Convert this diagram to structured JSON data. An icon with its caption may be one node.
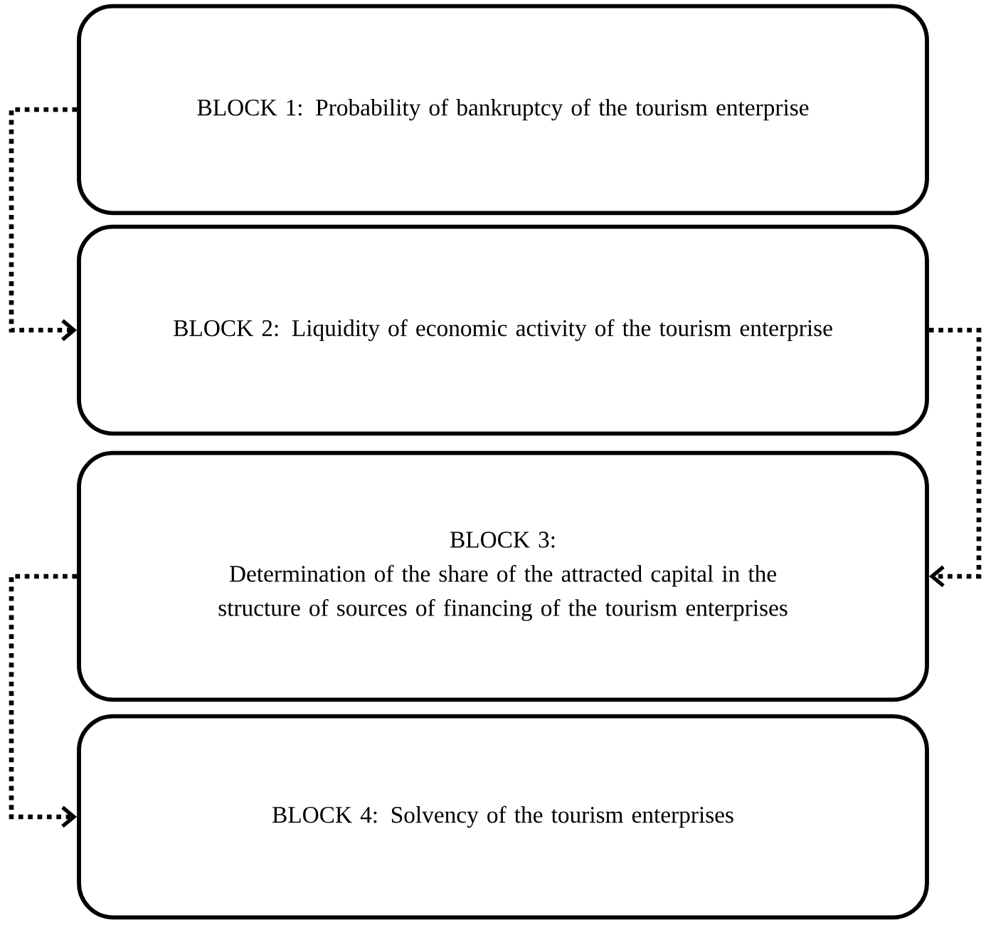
{
  "diagram": {
    "nodes": [
      {
        "text": [
          "BLOCK 1: Probability of bankruptcy of the tourism enterprise"
        ]
      },
      {
        "text": [
          "BLOCK 2: Liquidity of economic activity of the tourism enterprise"
        ]
      },
      {
        "text": [
          "BLOCK 3:",
          "Determination of the share of the attracted capital in the structure of sources of financing of the tourism enterprises"
        ]
      },
      {
        "text": [
          "BLOCK 4: Solvency of the tourism enterprises"
        ]
      }
    ],
    "edges": [
      {
        "from": 0,
        "to": 1,
        "arrow": "to",
        "style": "dashed"
      },
      {
        "from": 1,
        "to": 2,
        "arrow": "to",
        "style": "dashed"
      },
      {
        "from": 2,
        "to": 3,
        "arrow": "to",
        "style": "dashed"
      }
    ]
  }
}
